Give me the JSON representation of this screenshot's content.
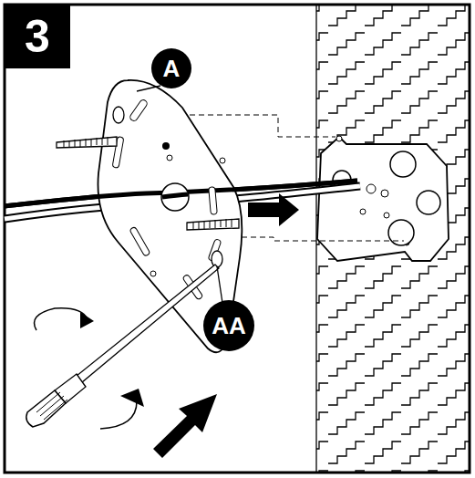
{
  "diagram": {
    "nodes": [
      {
        "text": [
          "3"
        ]
      },
      {
        "text": [
          "A"
        ]
      },
      {
        "text": [
          "AA"
        ]
      }
    ]
  }
}
